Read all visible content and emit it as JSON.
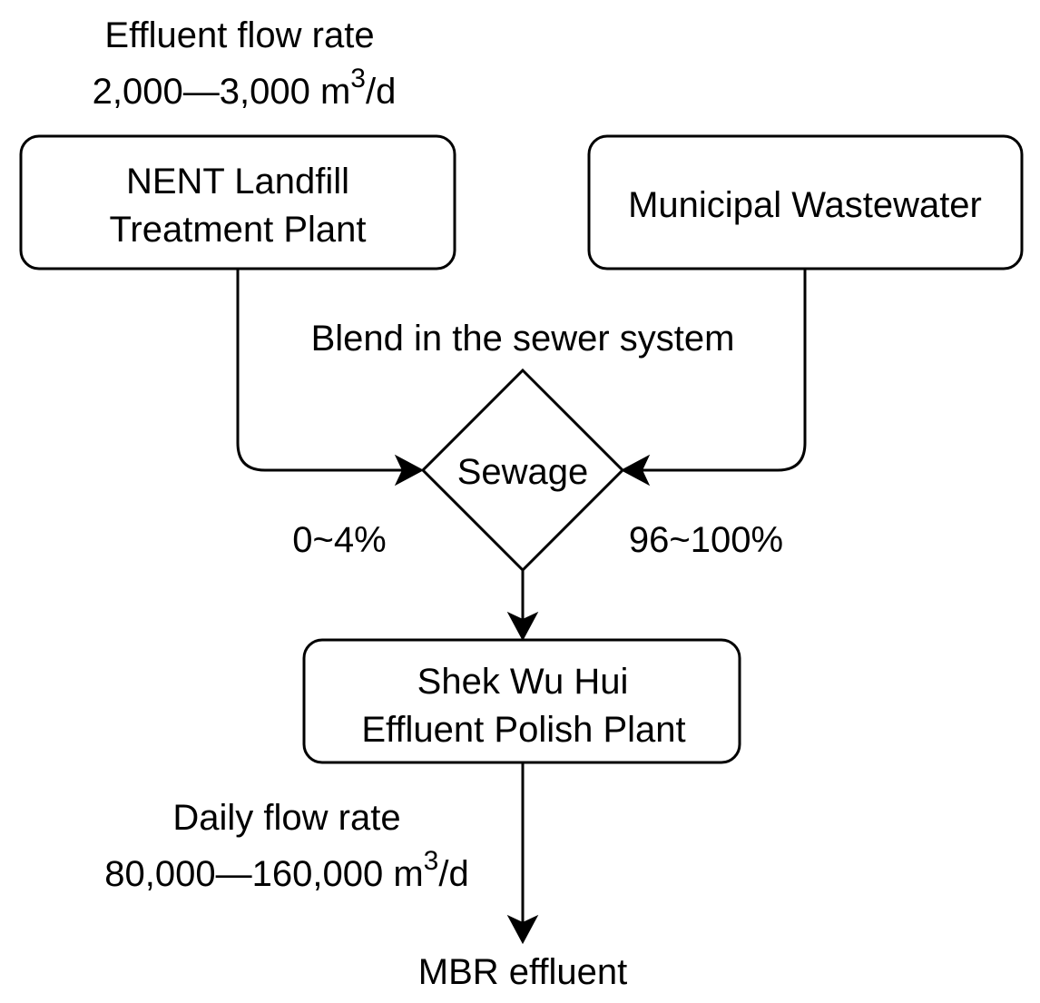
{
  "colors": {
    "line": "#000000",
    "box_fill": "#ffffff",
    "background": "#ffffff"
  },
  "nodes": {
    "landfill_plant": {
      "line1": "NENT Landfill",
      "line2": "Treatment Plant"
    },
    "municipal": {
      "label": "Municipal Wastewater"
    },
    "sewage": {
      "label": "Sewage"
    },
    "polish_plant": {
      "line1": "Shek Wu Hui",
      "line2": "Effluent Polish Plant"
    },
    "mbr": {
      "label": "MBR effluent"
    }
  },
  "labels": {
    "effluent_flow_title": "Effluent flow rate",
    "effluent_flow_value": "2,000—3,000 m",
    "effluent_flow_sup": "3",
    "effluent_flow_unit": "/d",
    "blend": "Blend in the sewer system",
    "landfill_share": "0~4%",
    "municipal_share": "96~100%",
    "daily_flow_title": "Daily flow rate",
    "daily_flow_value": "80,000—160,000 m",
    "daily_flow_sup": "3",
    "daily_flow_unit": "/d"
  }
}
